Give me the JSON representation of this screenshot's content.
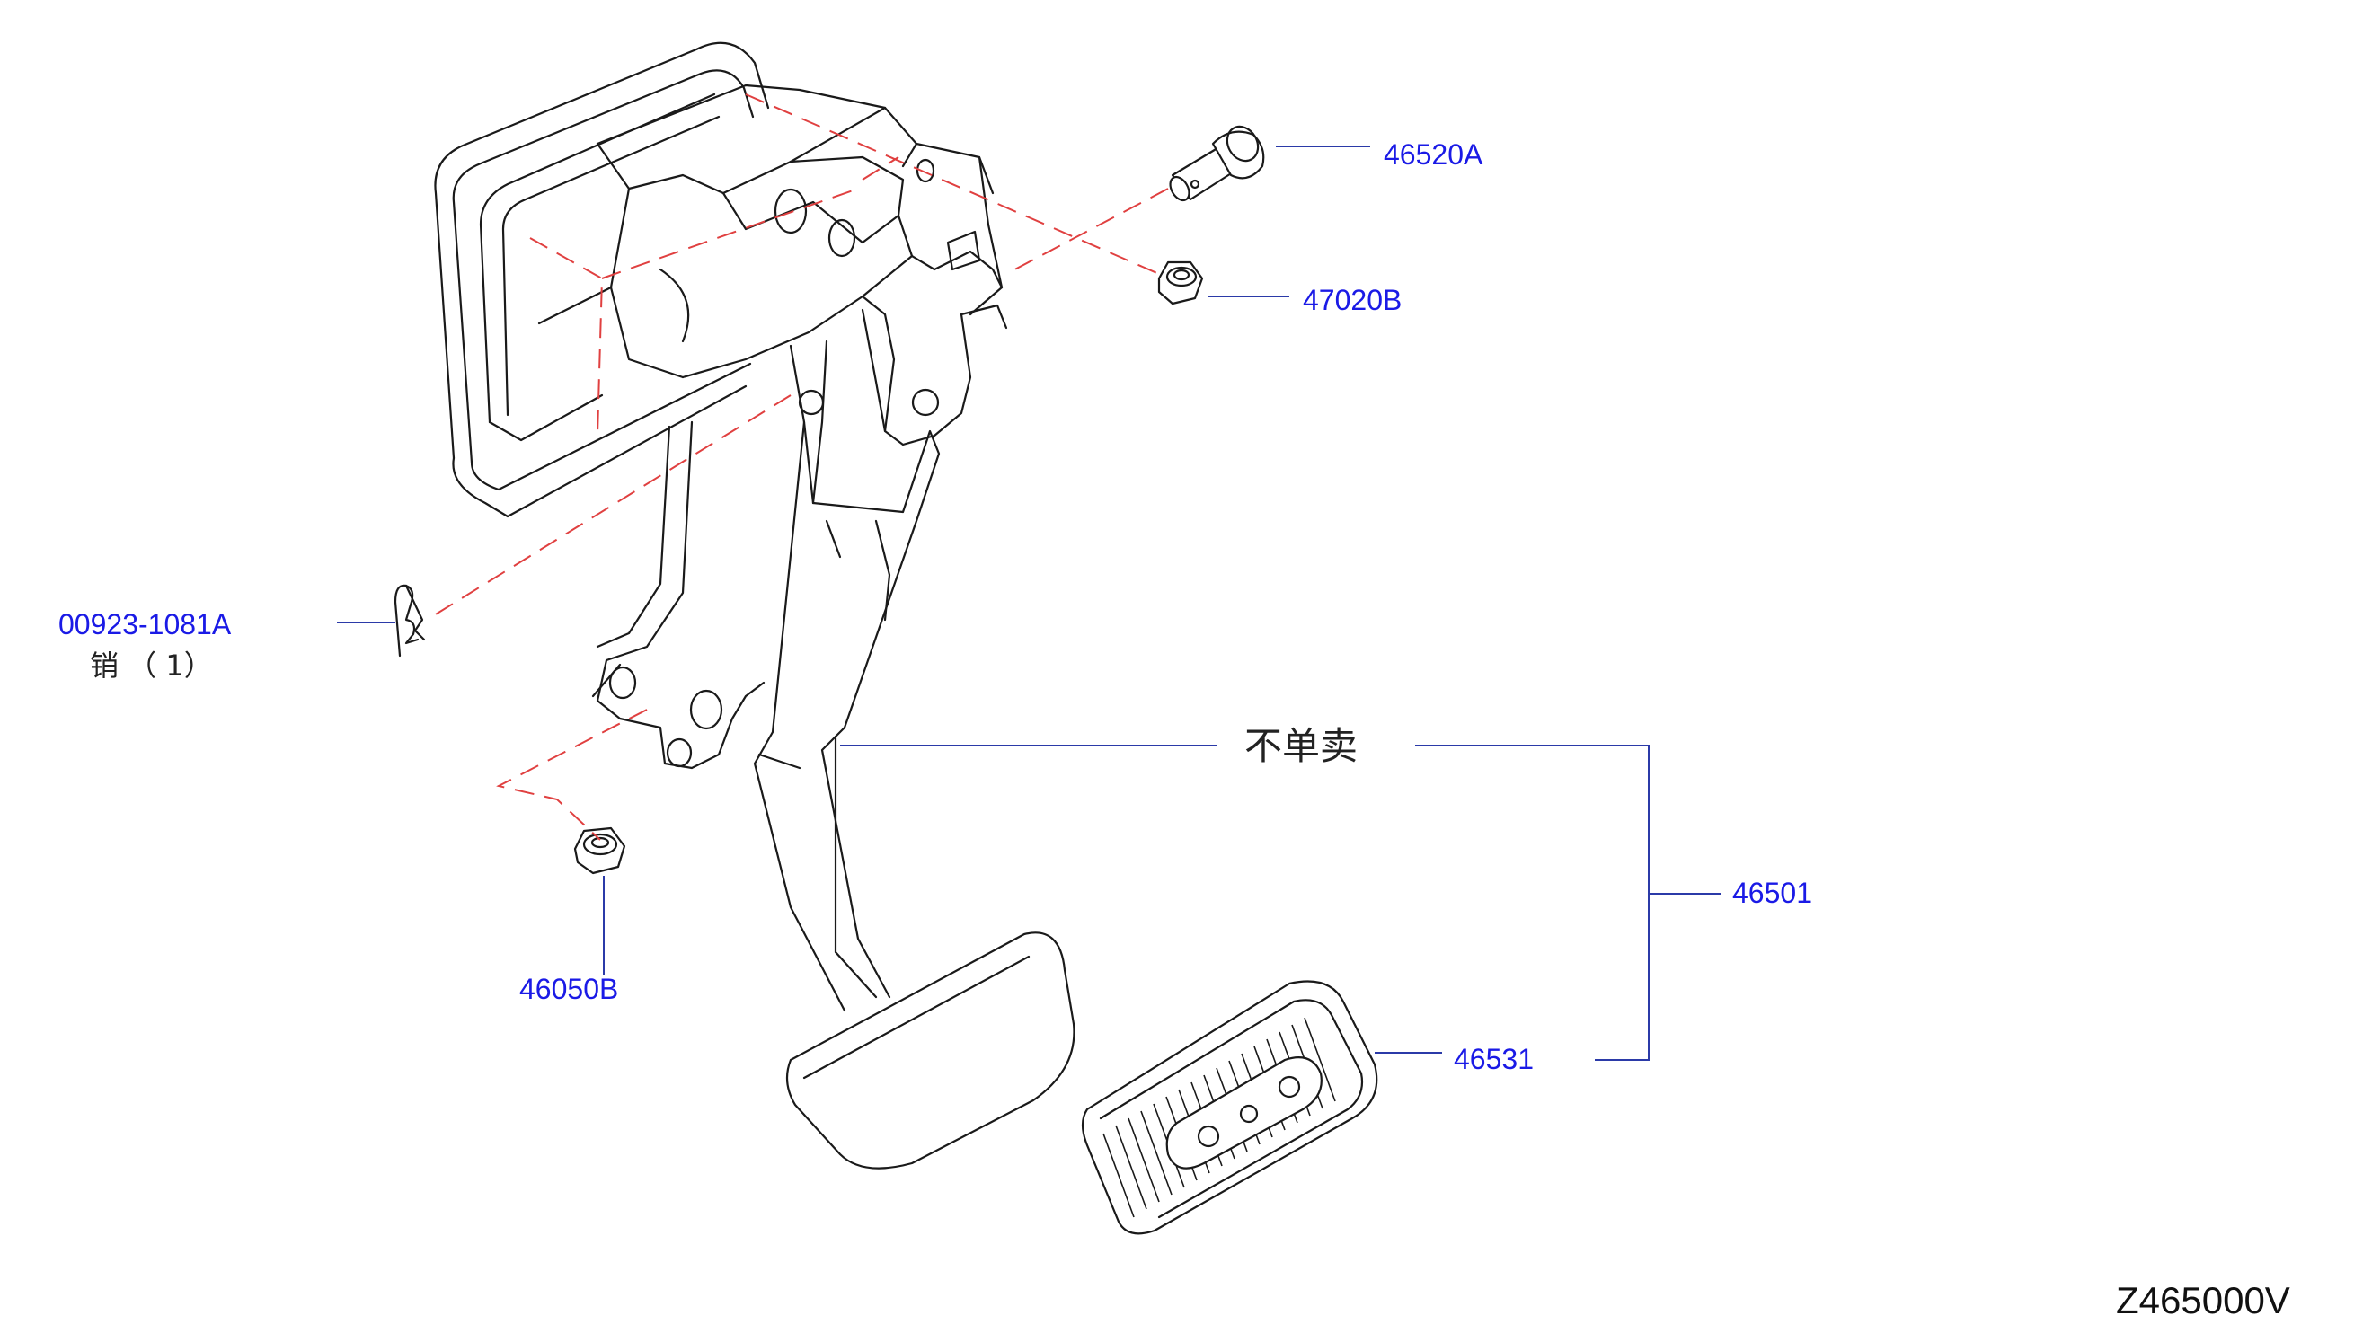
{
  "diagram_code": "Z465000V",
  "callouts": {
    "clevis_pin": "46520A",
    "nut_upper": "47020B",
    "snap_pin": "00923-1081A",
    "snap_pin_note": "销 （ 1）",
    "nut_lower": "46050B",
    "not_sold_separately": "不单卖",
    "pedal_assembly": "46501",
    "pedal_pad": "46531"
  }
}
